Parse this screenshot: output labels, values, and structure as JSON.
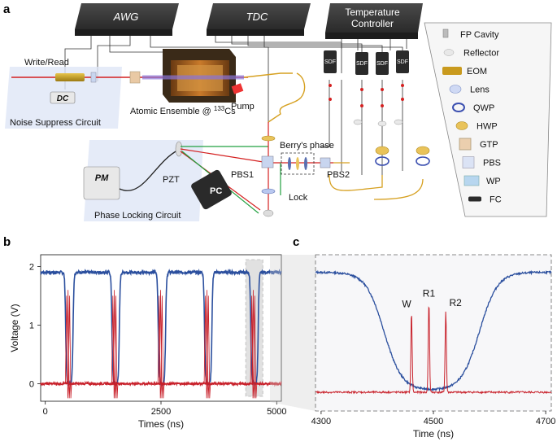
{
  "panels": {
    "a": "a",
    "b": "b",
    "c": "c"
  },
  "instruments": {
    "awg": "AWG",
    "tdc": "TDC",
    "temperature_controller": [
      "Temperature",
      "Controller"
    ]
  },
  "setup_labels": {
    "write_read": "Write/Read",
    "dc": "DC",
    "noise_circuit": "Noise Suppress Circuit",
    "atomic_ensemble": "Atomic Ensemble @ ",
    "atomic_isotope": "133",
    "atomic_element": "Cs",
    "pump": "Pump",
    "pm": "PM",
    "pzt": "PZT",
    "phase_circuit": "Phase Locking Circuit",
    "pbs1": "PBS1",
    "pc": "PC",
    "berry": "Berry's phase",
    "lock": "Lock",
    "pbs2": "PBS2",
    "sdf": "SDF"
  },
  "legend": [
    {
      "name": "FP Cavity",
      "icon": "fp-cavity-icon"
    },
    {
      "name": "Reflector",
      "icon": "reflector-icon"
    },
    {
      "name": "EOM",
      "icon": "eom-icon"
    },
    {
      "name": "Lens",
      "icon": "lens-icon"
    },
    {
      "name": "QWP",
      "icon": "qwp-icon"
    },
    {
      "name": "HWP",
      "icon": "hwp-icon"
    },
    {
      "name": "GTP",
      "icon": "gtp-icon"
    },
    {
      "name": "PBS",
      "icon": "pbs-icon"
    },
    {
      "name": "WP",
      "icon": "wp-icon"
    },
    {
      "name": "FC",
      "icon": "fc-icon"
    }
  ],
  "colors": {
    "blue": "#2b4f9e",
    "red": "#c8202a",
    "yellow": "#d6a020",
    "green": "#22a040",
    "dark": "#3a3a3a"
  },
  "chart_data": [
    {
      "type": "line",
      "panel": "b",
      "xlabel": "Times (ns)",
      "ylabel": "Voltage (V)",
      "xlim": [
        -100,
        5100
      ],
      "ylim": [
        -0.3,
        2.2
      ],
      "xticks": [
        0,
        2500,
        5000
      ],
      "yticks": [
        0,
        1,
        2
      ],
      "series": [
        {
          "color": "#2b4f9e",
          "high": 1.9,
          "low": 0,
          "dips": [
            [
              420,
              620
            ],
            [
              1420,
              1620
            ],
            [
              2420,
              2620
            ],
            [
              3420,
              3620
            ],
            [
              4420,
              4620
            ]
          ]
        },
        {
          "color": "#c8202a",
          "baseline": 0,
          "pulses": [
            [
              460,
              1.5
            ],
            [
              492,
              1.6
            ],
            [
              525,
              1.5
            ],
            [
              1460,
              1.5
            ],
            [
              1492,
              1.6
            ],
            [
              1525,
              1.5
            ],
            [
              2460,
              1.5
            ],
            [
              2492,
              1.6
            ],
            [
              2525,
              1.5
            ],
            [
              3460,
              1.5
            ],
            [
              3492,
              1.6
            ],
            [
              3525,
              1.5
            ],
            [
              4460,
              1.5
            ],
            [
              4492,
              1.6
            ],
            [
              4525,
              1.5
            ]
          ]
        }
      ],
      "highlight_range": [
        4330,
        4700
      ]
    },
    {
      "type": "line",
      "panel": "c",
      "xlabel": "Time (ns)",
      "xlim": [
        4290,
        4710
      ],
      "ylim": [
        -0.3,
        2.2
      ],
      "xticks": [
        4300,
        4500,
        4700
      ],
      "series": [
        {
          "color": "#2b4f9e",
          "high": 1.92,
          "low": 0.03,
          "fall_mid": 4412,
          "rise_mid": 4582,
          "width": 16
        },
        {
          "color": "#c8202a",
          "baseline": 0,
          "pulses": [
            [
              4461,
              1.28,
              "W"
            ],
            [
              4492,
              1.45,
              "R1"
            ],
            [
              4522,
              1.3,
              "R2"
            ]
          ]
        }
      ]
    }
  ]
}
